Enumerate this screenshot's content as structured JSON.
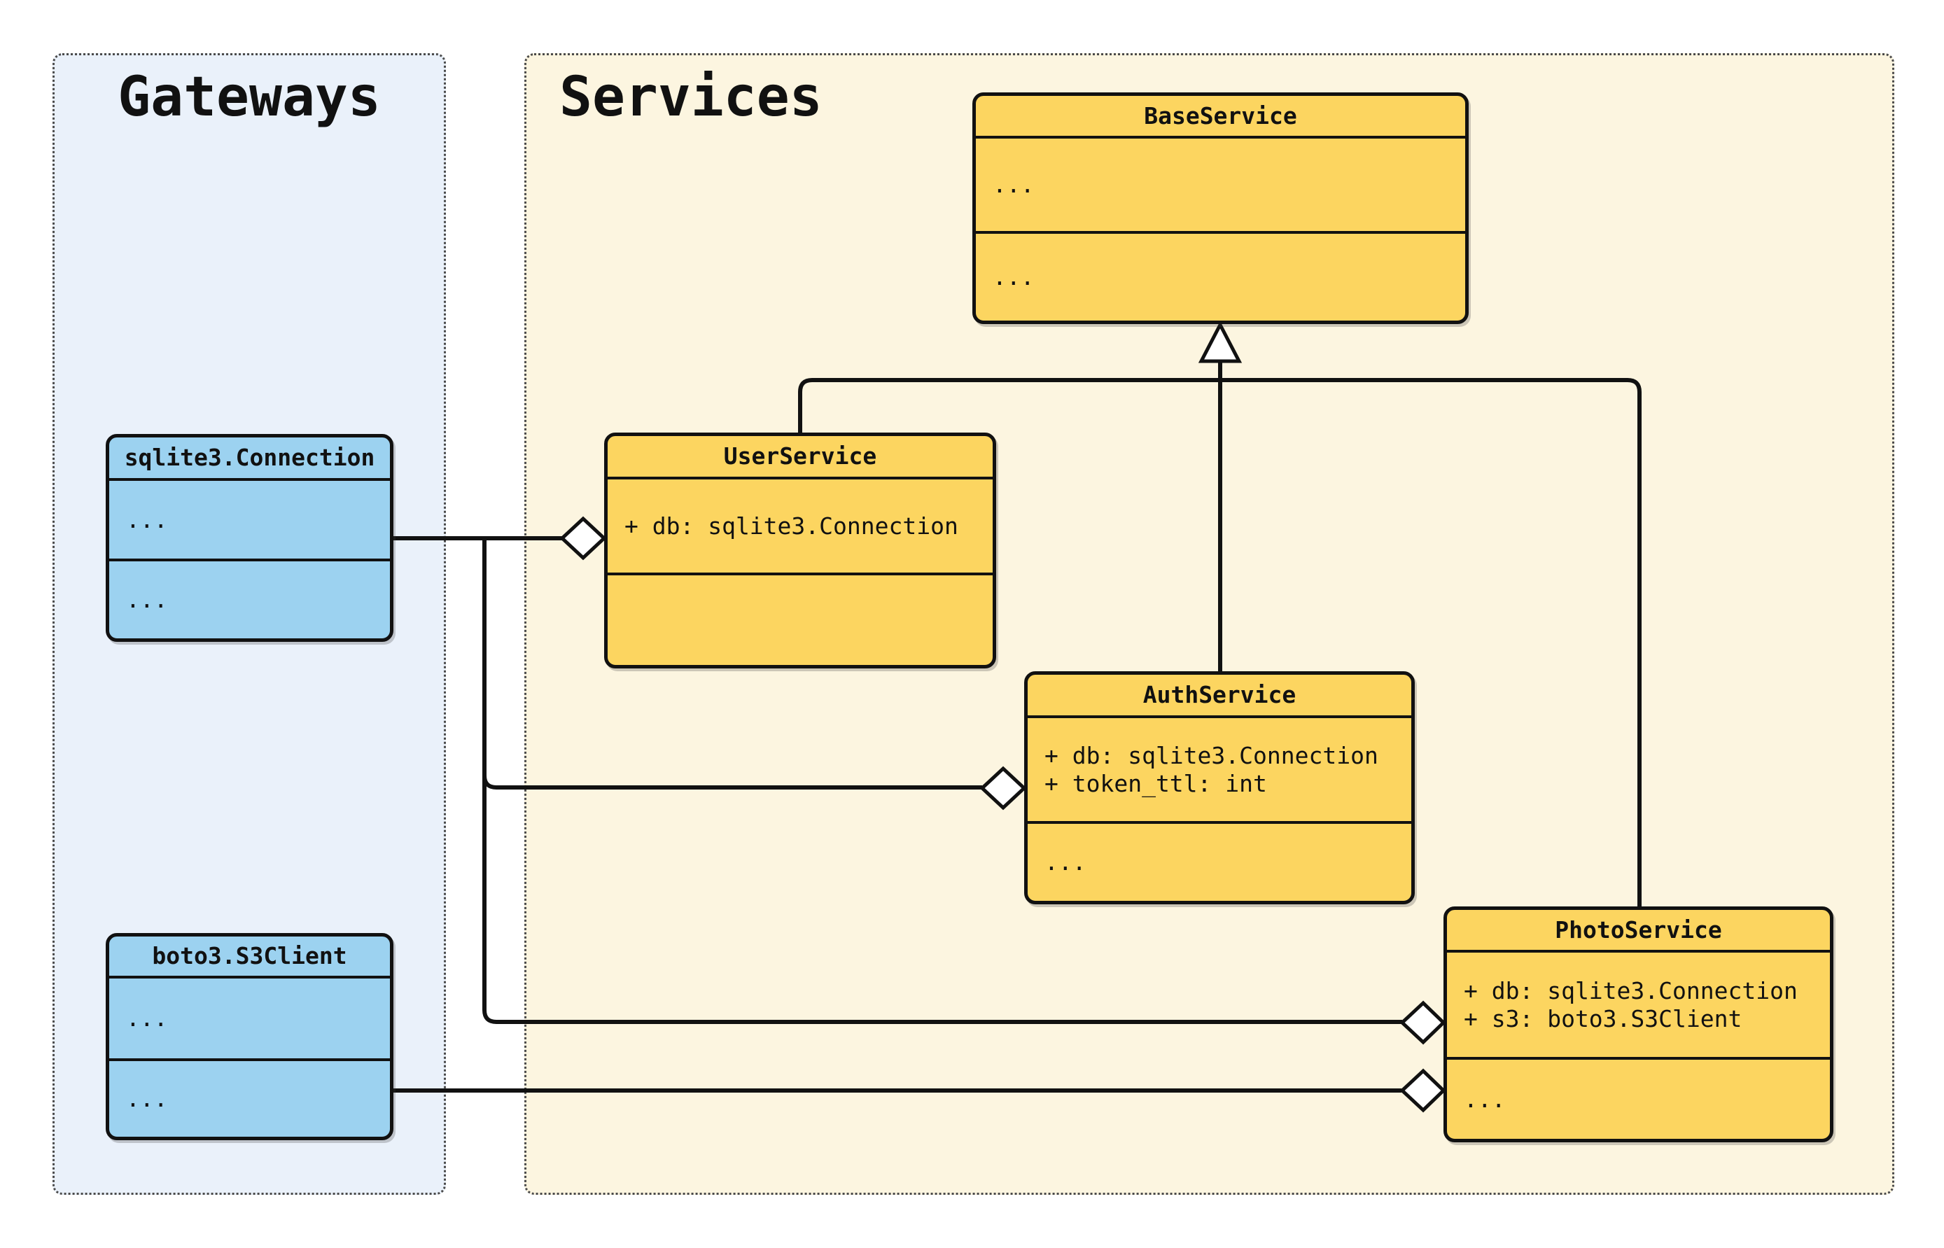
{
  "panels": {
    "gateways": {
      "title": "Gateways"
    },
    "services": {
      "title": "Services"
    }
  },
  "classes": {
    "sqlite3_connection": {
      "name": "sqlite3.Connection",
      "attributes": [
        "..."
      ],
      "methods": [
        "..."
      ]
    },
    "boto3_s3client": {
      "name": "boto3.S3Client",
      "attributes": [
        "..."
      ],
      "methods": [
        "..."
      ]
    },
    "baseservice": {
      "name": "BaseService",
      "attributes": [
        "..."
      ],
      "methods": [
        "..."
      ]
    },
    "userservice": {
      "name": "UserService",
      "attributes": [
        "+ db: sqlite3.Connection"
      ],
      "methods": []
    },
    "authservice": {
      "name": "AuthService",
      "attributes": [
        "+ db: sqlite3.Connection",
        "+ token_ttl: int"
      ],
      "methods": [
        "..."
      ]
    },
    "photoservice": {
      "name": "PhotoService",
      "attributes": [
        "+ db: sqlite3.Connection",
        "+ s3: boto3.S3Client"
      ],
      "methods": [
        "..."
      ]
    }
  },
  "relationships": {
    "inheritance": [
      {
        "from": "UserService",
        "to": "BaseService"
      },
      {
        "from": "AuthService",
        "to": "BaseService"
      },
      {
        "from": "PhotoService",
        "to": "BaseService"
      }
    ],
    "aggregation": [
      {
        "from": "sqlite3.Connection",
        "to": "UserService"
      },
      {
        "from": "sqlite3.Connection",
        "to": "AuthService"
      },
      {
        "from": "sqlite3.Connection",
        "to": "PhotoService"
      },
      {
        "from": "boto3.S3Client",
        "to": "PhotoService"
      }
    ]
  },
  "colors": {
    "service_fill": "#FCD560",
    "gateway_fill": "#9CD2F0",
    "services_panel_bg": "#FCF5E0",
    "gateways_panel_bg": "#EAF1FA",
    "line": "#111111"
  }
}
